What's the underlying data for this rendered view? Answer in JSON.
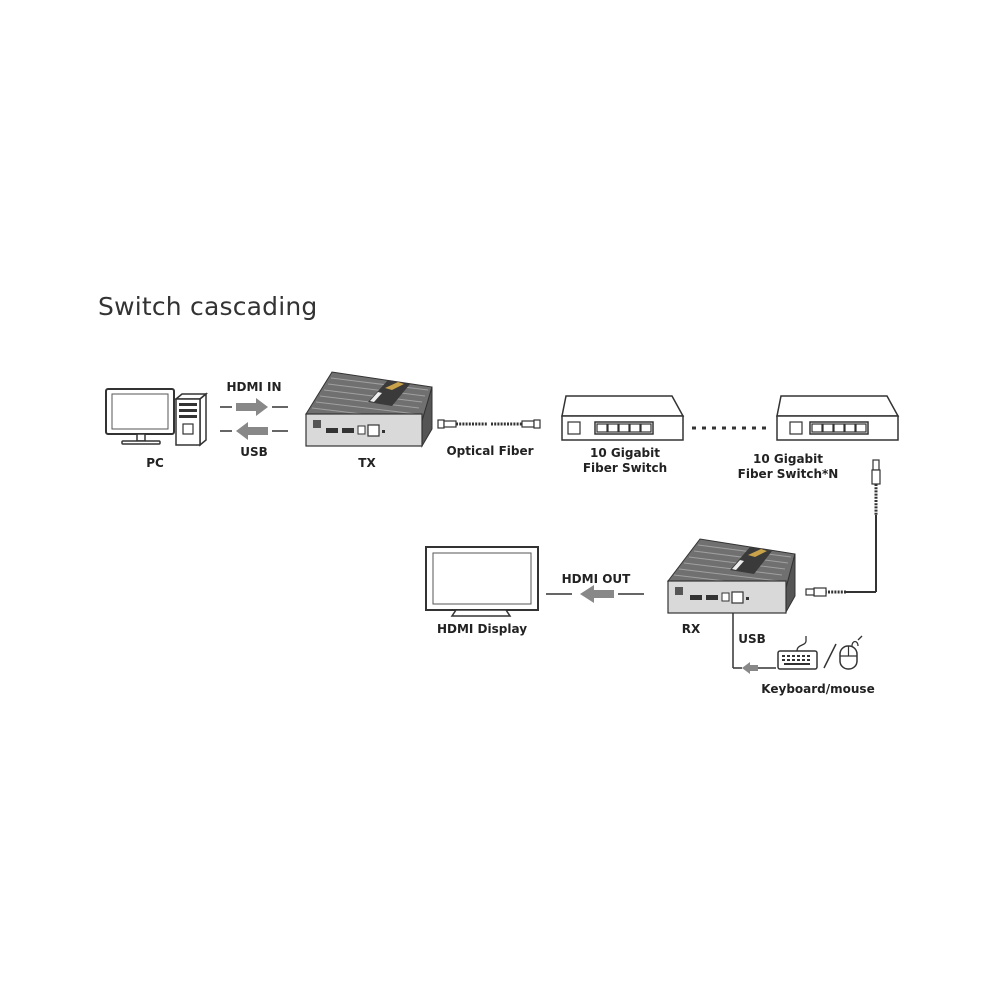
{
  "title": "Switch cascading",
  "labels": {
    "pc": "PC",
    "hdmi_in": "HDMI IN",
    "usb_top": "USB",
    "tx": "TX",
    "optical_fiber": "Optical Fiber",
    "switch1_line1": "10 Gigabit",
    "switch1_line2": "Fiber Switch",
    "switch2_line1": "10 Gigabit",
    "switch2_line2": "Fiber Switch*N",
    "hdmi_out": "HDMI OUT",
    "hdmi_display": "HDMI Display",
    "rx": "RX",
    "usb_bottom": "USB",
    "keyboard_mouse": "Keyboard/mouse"
  },
  "colors": {
    "device_dark": "#555555",
    "device_light": "#d8d8d8",
    "arrow": "#888888",
    "line": "#333333",
    "accent_gold": "#c9a24a"
  }
}
